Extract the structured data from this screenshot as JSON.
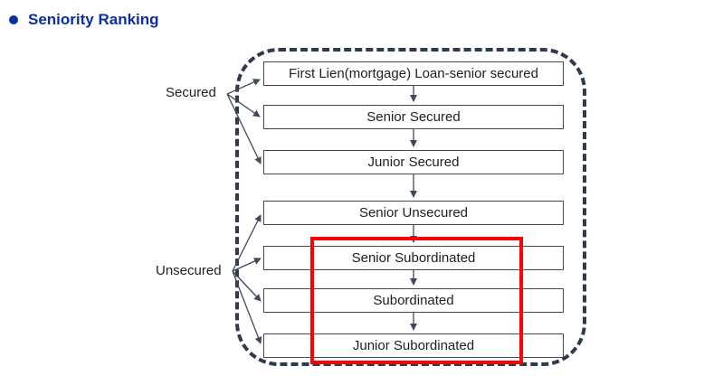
{
  "page": {
    "title": "Seniority Ranking"
  },
  "colors": {
    "title_blue": "#0b2fa3",
    "frame_navy": "#2e3a4e",
    "box_border": "#3f4a5a",
    "arrow": "#3f4a5a",
    "highlight_red": "#fe0000",
    "text": "#1f1f1f"
  },
  "icons": {
    "bullet": "filled-circle"
  },
  "diagram": {
    "group_labels": {
      "secured": "Secured",
      "unsecured": "Unsecured"
    },
    "boxes": [
      {
        "label": "First Lien(mortgage) Loan-senior secured"
      },
      {
        "label": "Senior Secured"
      },
      {
        "label": "Junior Secured"
      },
      {
        "label": "Senior Unsecured"
      },
      {
        "label": "Senior Subordinated"
      },
      {
        "label": "Subordinated"
      },
      {
        "label": "Junior Subordinated"
      }
    ],
    "highlighted_boxes": [
      "Senior Subordinated",
      "Subordinated",
      "Junior Subordinated"
    ]
  }
}
